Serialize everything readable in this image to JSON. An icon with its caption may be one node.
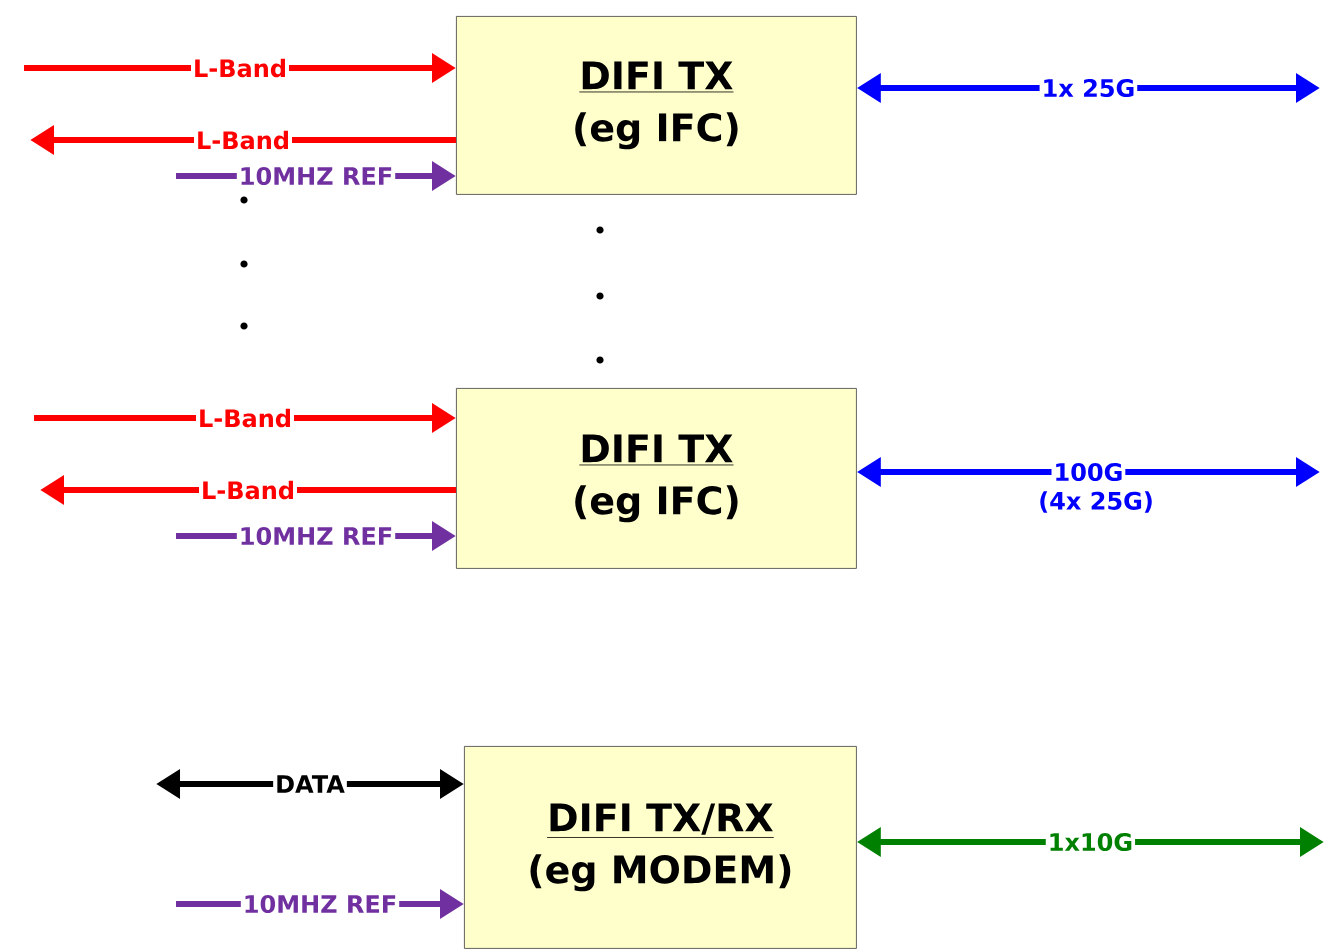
{
  "diagram": {
    "nodes": [
      {
        "text": [
          "DIFI TX",
          "(eg IFC)"
        ]
      },
      {
        "text": [
          "DIFI TX",
          "(eg IFC)"
        ]
      },
      {
        "text": [
          "DIFI TX/RX",
          "(eg MODEM)"
        ]
      }
    ],
    "edges": [
      {
        "from": null,
        "to": 0,
        "arrow": "to",
        "label": "L-Band",
        "color": "#ff0000"
      },
      {
        "from": 0,
        "to": null,
        "arrow": "to",
        "label": "L-Band",
        "color": "#ff0000"
      },
      {
        "from": null,
        "to": 0,
        "arrow": "to",
        "label": "10MHZ REF",
        "color": "#7030a0"
      },
      {
        "from": 0,
        "to": null,
        "arrow": "both",
        "label": "1x 25G",
        "color": "#0000ff"
      },
      {
        "from": null,
        "to": 1,
        "arrow": "to",
        "label": "L-Band",
        "color": "#ff0000"
      },
      {
        "from": 1,
        "to": null,
        "arrow": "to",
        "label": "L-Band",
        "color": "#ff0000"
      },
      {
        "from": null,
        "to": 1,
        "arrow": "to",
        "label": "10MHZ REF",
        "color": "#7030a0"
      },
      {
        "from": 1,
        "to": null,
        "arrow": "both",
        "label": "100G",
        "color": "#0000ff"
      },
      {
        "from": null,
        "to": 2,
        "arrow": "both",
        "label": "DATA",
        "color": "#000000"
      },
      {
        "from": null,
        "to": 2,
        "arrow": "to",
        "label": "10MHZ REF",
        "color": "#7030a0"
      },
      {
        "from": 2,
        "to": null,
        "arrow": "both",
        "label": "1x10G",
        "color": "#008000"
      }
    ],
    "labels": [
      "(4x 25G)"
    ]
  }
}
